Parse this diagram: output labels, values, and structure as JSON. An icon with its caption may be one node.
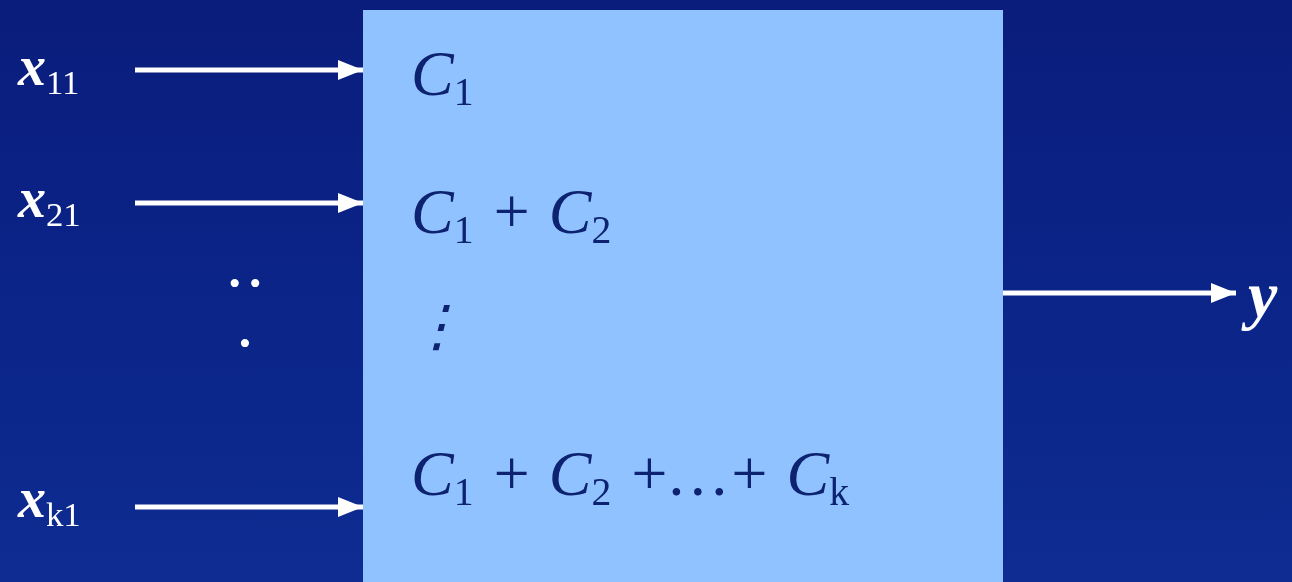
{
  "diagram": {
    "nodes": [
      {
        "text": [
          "x$_{11}$"
        ]
      },
      {
        "text": [
          "x$_{21}$"
        ]
      },
      {
        "text": [
          "x$_{k1}$"
        ]
      },
      {
        "text": [
          "C$_{1}$",
          "C$_{1}$ + C$_{2}$",
          "⋮",
          "C$_{1}$ + C$_{2}$ +…+ C$_{k}$"
        ]
      },
      {
        "text": [
          "y"
        ]
      }
    ],
    "edges": [
      {
        "from": 0,
        "to": 3,
        "arrow": "to"
      },
      {
        "from": 1,
        "to": 3,
        "arrow": "to"
      },
      {
        "from": 2,
        "to": 3,
        "arrow": "to"
      },
      {
        "from": 3,
        "to": 4,
        "arrow": "to"
      }
    ],
    "labels": [
      "• • •"
    ]
  }
}
